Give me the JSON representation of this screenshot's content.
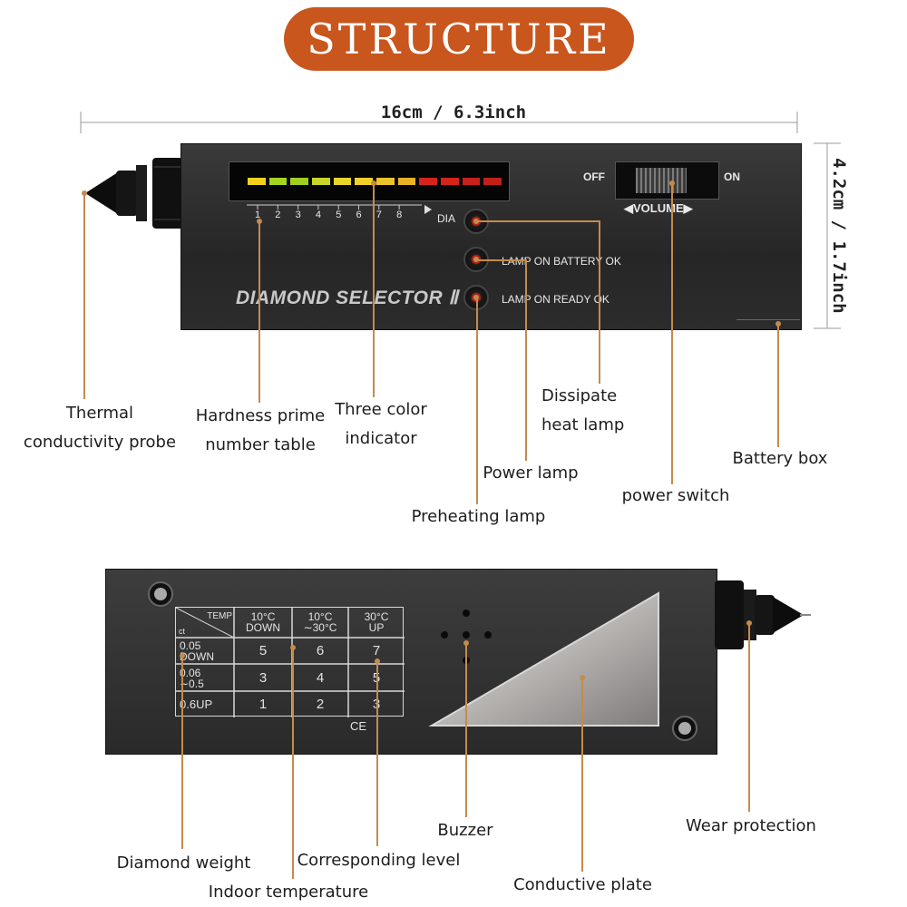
{
  "title": "STRUCTURE",
  "dimensions": {
    "width": "16cm / 6.3inch",
    "height": "4.2cm / 1.7inch"
  },
  "front_device": {
    "brand": "DIAMOND SELECTOR Ⅱ",
    "scale_numbers": [
      "1",
      "2",
      "3",
      "4",
      "5",
      "6",
      "7",
      "8"
    ],
    "dia_label": "DIA",
    "switch_off": "OFF",
    "switch_on": "ON",
    "volume": "◀VOLUME▶",
    "lamp_battery": "LAMP ON BATTERY OK",
    "lamp_ready": "LAMP ON READY OK",
    "led_colors": [
      "#f3d11b",
      "#a4d521",
      "#9fcd22",
      "#c9d626",
      "#e7d52a",
      "#f0d02a",
      "#e9c42a",
      "#e9b226",
      "#d5241b",
      "#d5241b",
      "#c8201a",
      "#c11f1a"
    ]
  },
  "front_labels": {
    "thermal_probe": [
      "Thermal",
      "conductivity probe"
    ],
    "hardness_table": [
      "Hardness prime",
      "number table"
    ],
    "three_color": [
      "Three color",
      "indicator"
    ],
    "dissipate": [
      "Dissipate",
      "heat lamp"
    ],
    "power_lamp": "Power lamp",
    "preheating_lamp": "Preheating lamp",
    "power_switch": "power switch",
    "battery_box": "Battery box"
  },
  "back_device": {
    "table": {
      "corner_temp": "TEMP",
      "corner_ct": "ct",
      "col_headers": [
        [
          "10°C",
          "DOWN"
        ],
        [
          "10°C",
          "∼30°C"
        ],
        [
          "30°C",
          "UP"
        ]
      ],
      "rows": [
        {
          "label": [
            "0.05",
            "DOWN"
          ],
          "values": [
            "5",
            "6",
            "7"
          ]
        },
        {
          "label": [
            "0.06",
            "∼0.5"
          ],
          "values": [
            "3",
            "4",
            "5"
          ]
        },
        {
          "label": [
            "0.6UP"
          ],
          "values": [
            "1",
            "2",
            "3"
          ]
        }
      ],
      "ce_mark": "CE"
    }
  },
  "back_labels": {
    "diamond_weight": "Diamond weight",
    "indoor_temperature": "Indoor temperature",
    "corresponding_level": "Corresponding level",
    "buzzer": "Buzzer",
    "conductive_plate": "Conductive plate",
    "wear_protection": "Wear protection"
  }
}
